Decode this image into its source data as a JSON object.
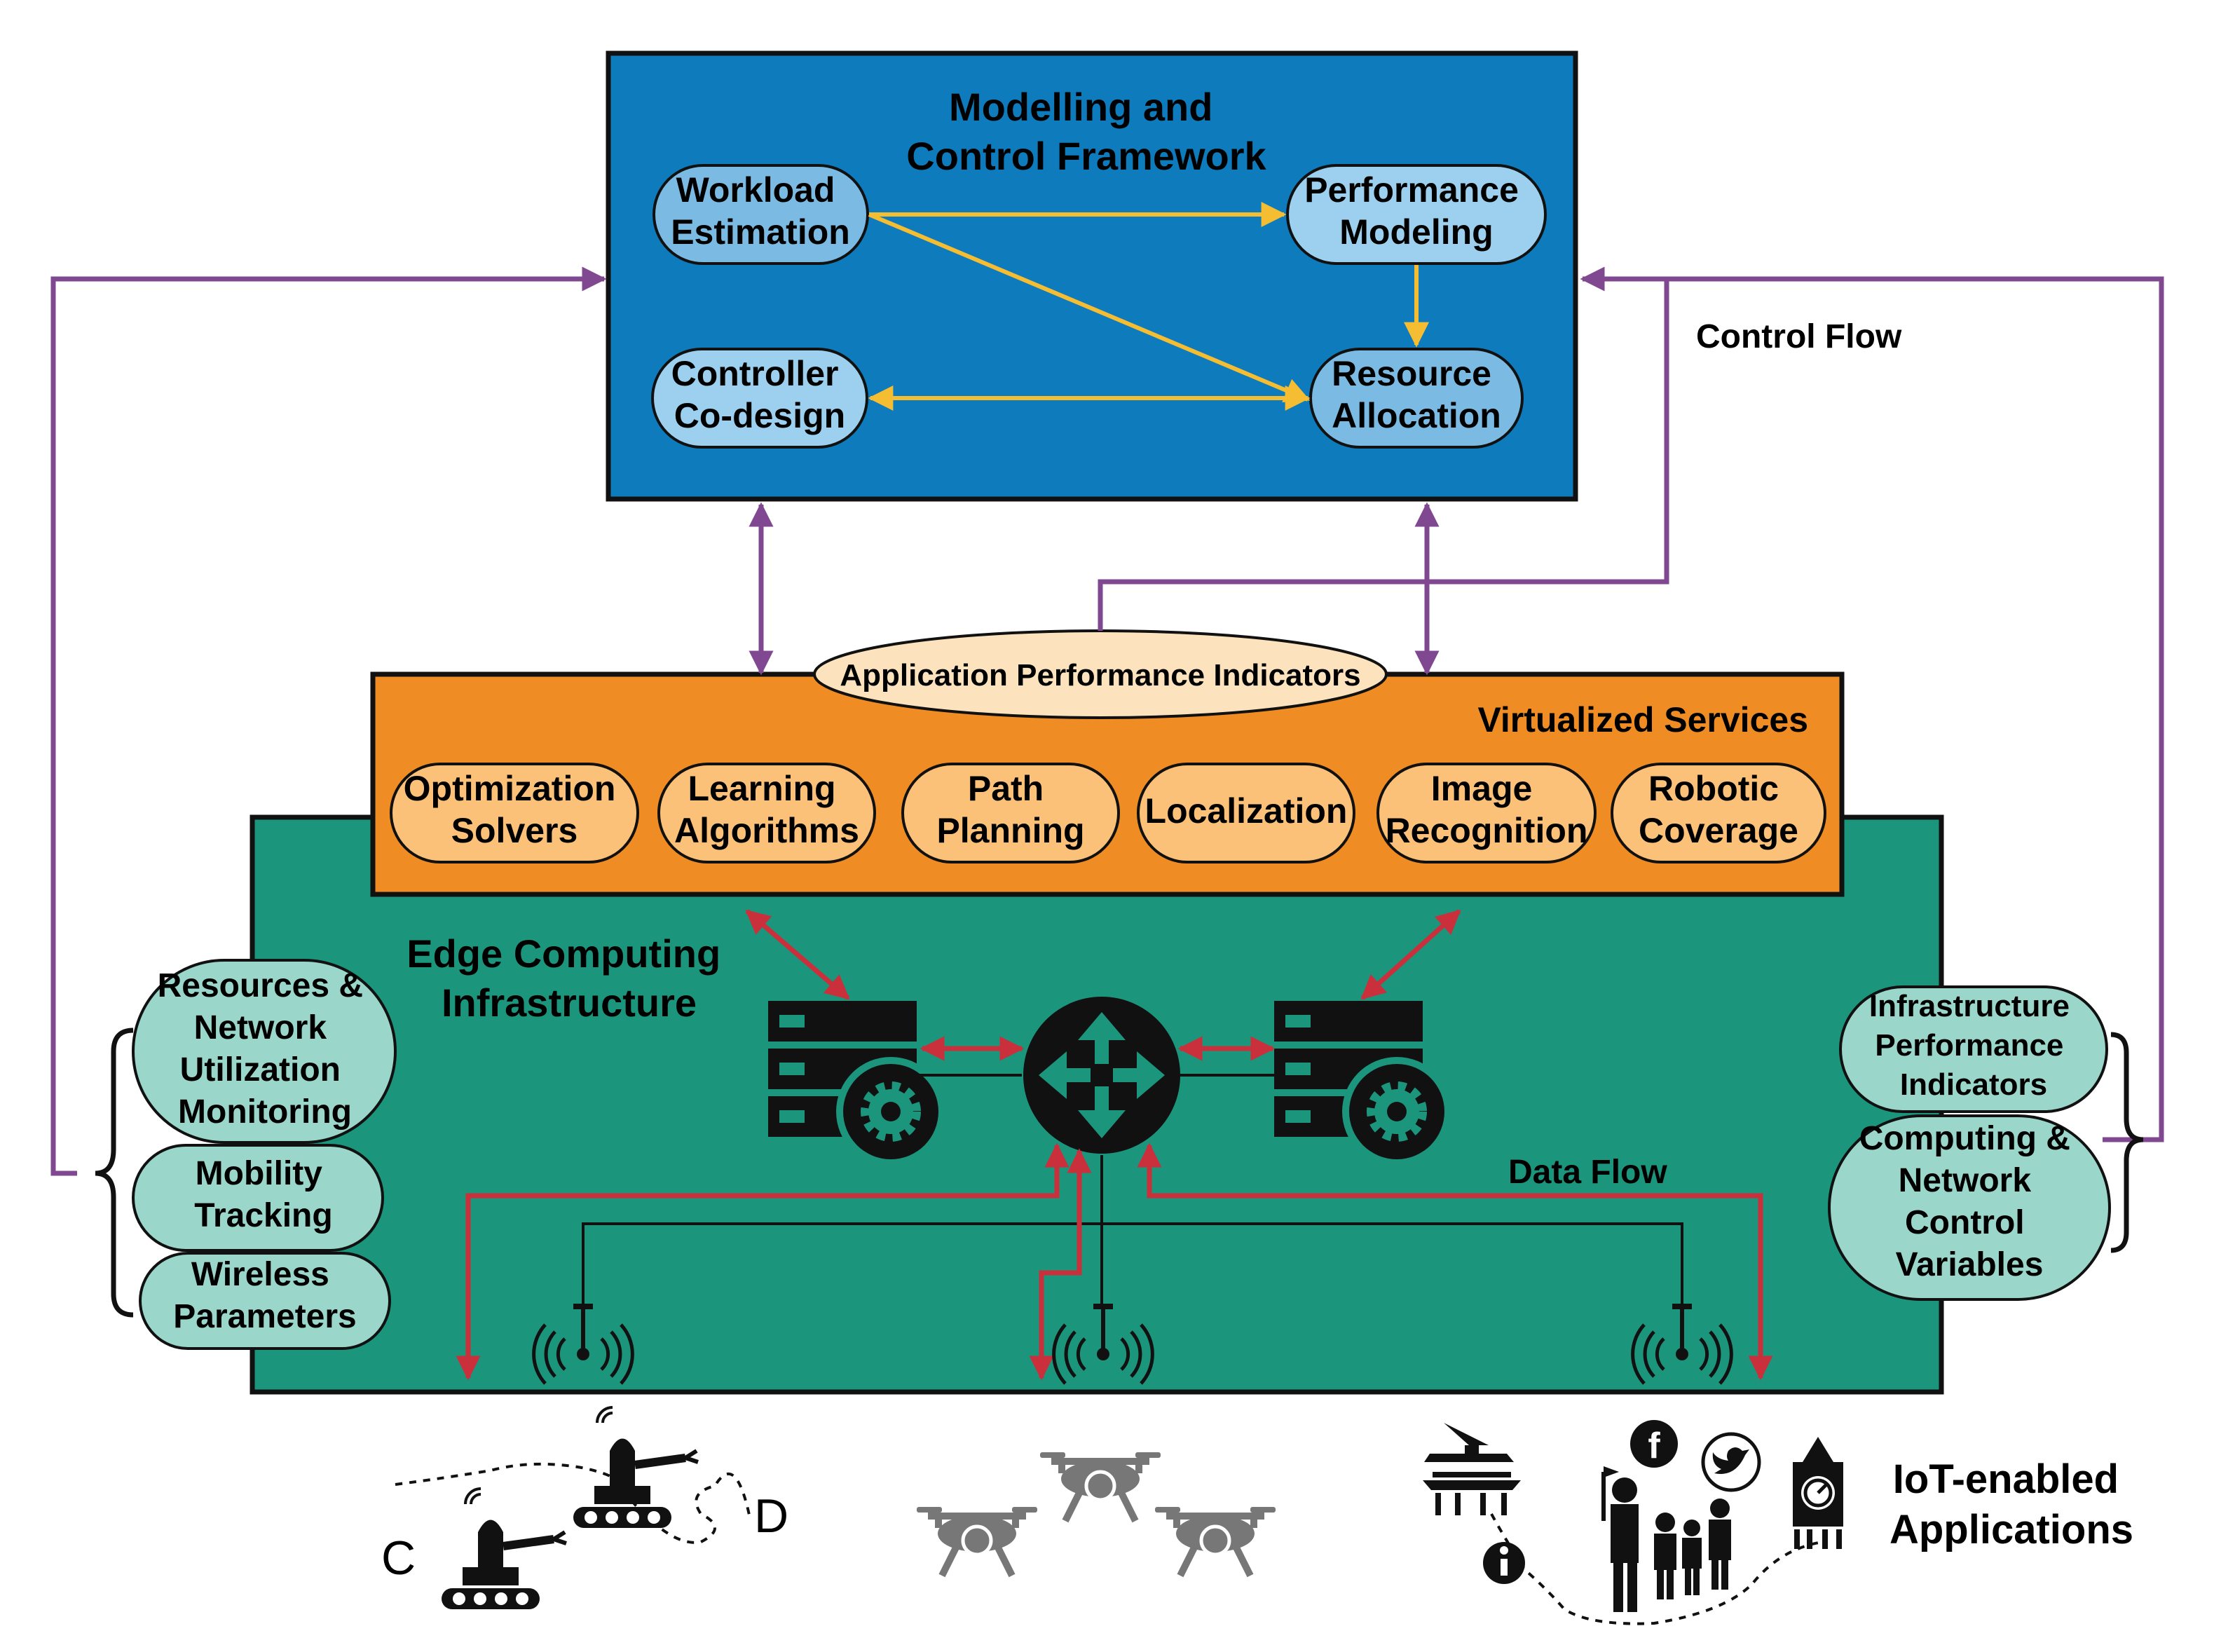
{
  "framework": {
    "title_line1": "Modelling and",
    "title_line2": "Control Framework",
    "nodes": {
      "workload": [
        "Workload",
        "Estimation"
      ],
      "performance": [
        "Performance",
        "Modeling"
      ],
      "controller": [
        "Controller",
        "Co-design"
      ],
      "resource": [
        "Resource",
        "Allocation"
      ]
    }
  },
  "control_flow_label": "Control Flow",
  "data_flow_label": "Data Flow",
  "api_label": "Application Performance Indicators",
  "virtualized": {
    "title": "Virtualized Services",
    "services": [
      [
        "Optimization",
        "Solvers"
      ],
      [
        "Learning",
        "Algorithms"
      ],
      [
        "Path",
        "Planning"
      ],
      [
        "Localization"
      ],
      [
        "Image",
        "Recognition"
      ],
      [
        "Robotic",
        "Coverage"
      ]
    ]
  },
  "edge": {
    "title_line1": "Edge Computing",
    "title_line2": "Infrastructure"
  },
  "left_group": [
    [
      "Resources &",
      "Network",
      "Utilization",
      "Monitoring"
    ],
    [
      "Mobility",
      "Tracking"
    ],
    [
      "Wireless",
      "Parameters"
    ]
  ],
  "right_group": [
    [
      "Infrastructure",
      "Performance",
      "Indicators"
    ],
    [
      "Computing &",
      "Network",
      "Control",
      "Variables"
    ]
  ],
  "iot": {
    "line1": "IoT-enabled",
    "line2": "Applications"
  },
  "robot_labels": {
    "start": "C",
    "end": "D"
  },
  "icons": [
    "server-icon",
    "router-icon",
    "antenna-icon",
    "robot-icon",
    "drone-icon",
    "pagoda-icon",
    "info-icon",
    "people-icon",
    "facebook-icon",
    "twitter-icon",
    "clock-tower-icon"
  ],
  "colors": {
    "framework_fill": "#0e7bbd",
    "node_fill": "#9dd0ee",
    "node_dark_fill": "#7bbbe3",
    "virtualized_fill": "#ef8d24",
    "service_fill": "#fcc179",
    "api_fill": "#fde3bd",
    "edge_fill": "#1c957d",
    "side_fill": "#9bd6ca",
    "control_flow": "#804891",
    "data_flow": "#c9303c",
    "framework_arrow": "#f5bd32"
  }
}
